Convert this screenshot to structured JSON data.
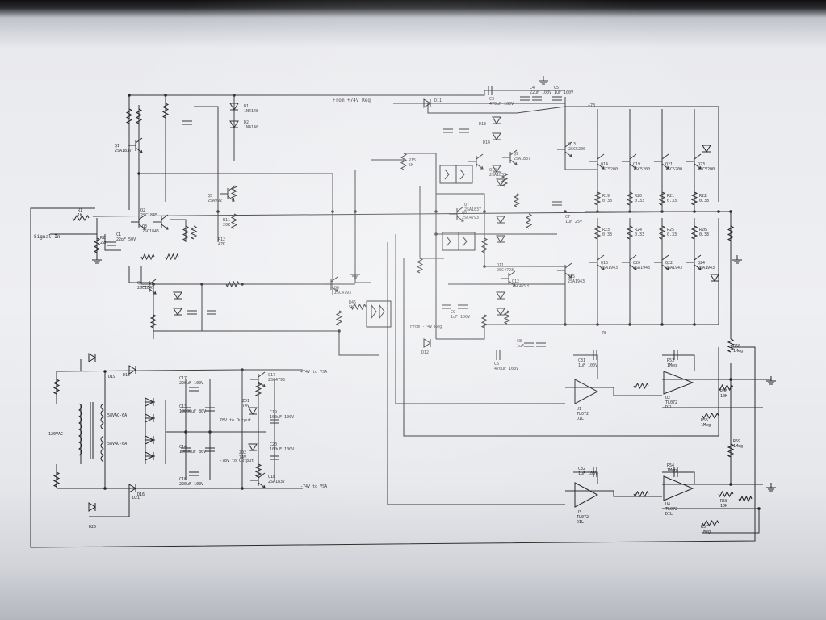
{
  "top_rail": {
    "source_label": "From +74V Reg",
    "main_cap": "C3\n470uF 100V",
    "cap_c4": "C4\n22uF 100V",
    "cap_c5": "C5\n1uF 100V",
    "rail_label": "+78"
  },
  "input": {
    "label": "Signal In",
    "r_in": "R1\n1K",
    "r_shunt": "R2\n22K",
    "c_in": "C1\n22pF 50V"
  },
  "bottom_rail": {
    "source_label": "From -74V Reg",
    "main_cap": "C6\n470uF 100V",
    "rail_label": "-78"
  },
  "psu": {
    "transformer_primary": "120VAC",
    "secondary_top": "58VAC-6A",
    "secondary_bottom": "58VAC-6A",
    "out_pos": "+74V to VSA",
    "out_neg": "-74V to VSA",
    "tap_pos": "78V to Output",
    "tap_neg": "-78V to Output",
    "cap_c13": "C13\n10000uF 80V",
    "cap_c14": "C14\n10000uF 80V",
    "cap_c17": "C17\n220uF 100V",
    "cap_c18": "C18\n220uF 100V",
    "zd1": "ZD1\n74V",
    "zd2": "ZD2\n74V",
    "q17": "Q17\n2SC4793",
    "q18": "Q18\n2SA1837",
    "d15": "D15",
    "d16": "D16",
    "d19": "D19",
    "d20": "D20",
    "d21": "D21",
    "c19": "C19\n100uF 100V",
    "c20": "C20\n100uF 100V"
  },
  "transistors": {
    "q1": "Q1\n2SA1837",
    "q2": "Q2\n2SC1845",
    "q3": "Q3\n2SC1845",
    "q4": "Q4\n2SC1845",
    "q5": "Q5\n2SA992",
    "q6": "Q6\n2SC4793",
    "q7": "Q7\n2SA1837",
    "q8": "Q8\n2SC4793",
    "q9": "Q9\n2SA1837",
    "q10": "Q10\n2SA1837",
    "q11": "Q11\n2SC4793",
    "q12": "Q12\n2SC4793",
    "q13": "Q13\n2SC5200",
    "q14": "Q14\n2SC5200",
    "q15": "Q15\n2SA1943",
    "q16": "Q16\n2SA1943",
    "q19": "Q19\n2SC5200",
    "q20": "Q20\n2SA1943",
    "q21": "Q21\n2SC5200",
    "q22": "Q22\n2SA1943",
    "q23": "Q23\n2SC5200",
    "q24": "Q24\n2SA1943"
  },
  "diodes": {
    "d1": "D1\n1N4148",
    "d2": "D2\n1N4148",
    "d11": "D11",
    "d12": "D12",
    "d13": "D13",
    "d14": "D14"
  },
  "resistors": {
    "r11": "R11\n20K",
    "r12": "R12\n47K",
    "r15": "R15\n5K",
    "r45": "R45\n5K",
    "emitters": [
      "R19\n0.33",
      "R20\n0.33",
      "R21\n0.33",
      "R22\n0.33",
      "R23\n0.33",
      "R24\n0.33",
      "R25\n0.33",
      "R26\n0.33"
    ]
  },
  "caps": {
    "c7": "C7\n1uF 25V",
    "c8": "C8\n1uF",
    "cx": "C9\n1uF 100V"
  },
  "servo": {
    "u1": "U1\nTL072\nDIL",
    "u2": "U2\nTL072\nDIL",
    "u3": "U3\nTL072\nDIL",
    "u4": "U4\nTL072\nDIL",
    "c31": "C31\n1uF 100V",
    "c32": "C32\n1uF 100V",
    "r_a": "R53\n1Meg",
    "r_b": "R54\n1Meg",
    "r_c": "R55\n1Meg",
    "r_d": "R56\n10K",
    "r_e": "R57\n1Meg",
    "r_f": "R58\n10K",
    "r_g": "R59\n1Meg",
    "r_h": "R60\n1Meg"
  }
}
